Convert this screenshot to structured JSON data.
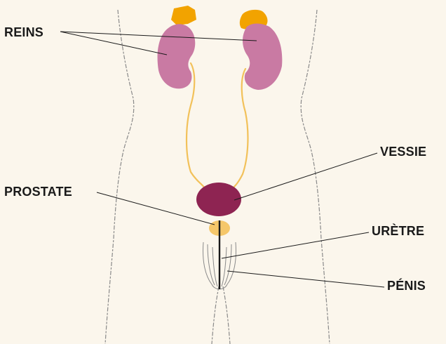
{
  "labels": {
    "reins": "REINS",
    "vessie": "VESSIE",
    "prostate": "PROSTATE",
    "uretre": "URÈTRE",
    "penis": "PÉNIS"
  },
  "colors": {
    "background": "#fbf6ec",
    "kidney": "#c97aa3",
    "adrenal": "#f2a300",
    "ureter": "#f2c15a",
    "bladder": "#8e2452",
    "prostate": "#f5c76a",
    "outline": "#8a8a8a",
    "leader": "#1a1a1a"
  }
}
